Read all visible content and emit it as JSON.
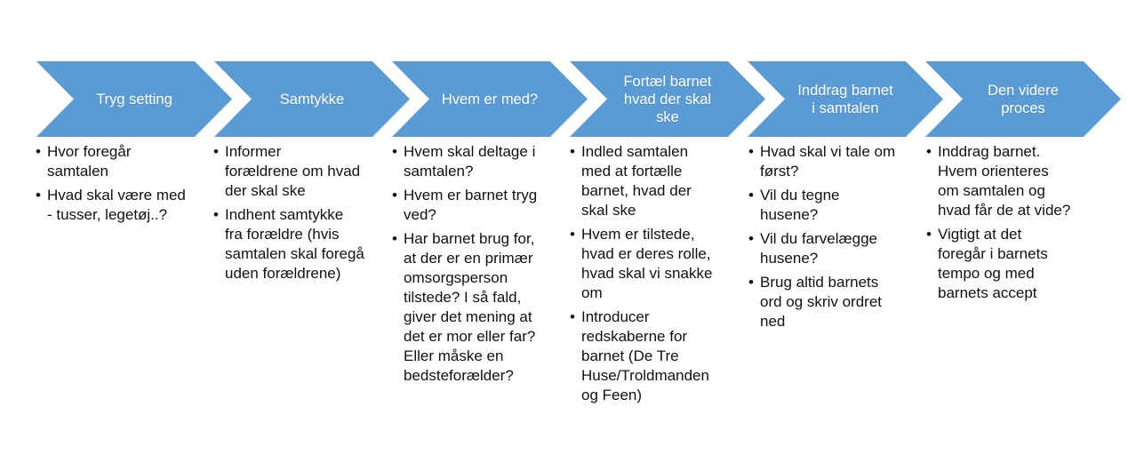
{
  "diagram": {
    "type": "chevron-process",
    "colors": {
      "chevron_fill": "#5b9bd5",
      "chevron_text": "#ffffff",
      "body_text": "#111111",
      "background": "#ffffff"
    },
    "steps": [
      {
        "title": "Tryg setting",
        "bullets": [
          "Hvor foregår\nsamtalen",
          "Hvad skal være med\n- tusser, legetøj..?"
        ]
      },
      {
        "title": "Samtykke",
        "bullets": [
          "Informer\nforældrene om hvad\nder skal ske",
          "Indhent samtykke\nfra forældre (hvis\nsamtalen skal foregå\nuden forældrene)"
        ]
      },
      {
        "title": "Hvem er med?",
        "bullets": [
          "Hvem skal deltage i\nsamtalen?",
          "Hvem er barnet tryg\nved?",
          "Har barnet brug for,\nat der er en primær\nomsorgsperson\ntilstede? I så fald,\ngiver det mening at\ndet er mor eller far?\nEller måske en\nbedsteforælder?"
        ]
      },
      {
        "title": "Fortæl barnet\nhvad der skal\nske",
        "bullets": [
          "Indled samtalen\nmed at fortælle\nbarnet, hvad der\nskal ske",
          "Hvem er tilstede,\nhvad er deres rolle,\nhvad skal vi snakke\nom",
          "Introducer\nredskaberne for\nbarnet (De Tre\nHuse/Troldmanden\nog Feen)"
        ]
      },
      {
        "title": "Inddrag barnet\ni samtalen",
        "bullets": [
          "Hvad skal vi tale om\nførst?",
          "Vil du tegne\nhusene?",
          "Vil du farvelægge\nhusene?",
          "Brug altid barnets\nord og skriv ordret\nned"
        ]
      },
      {
        "title": "Den videre\nproces",
        "bullets": [
          "Inddrag barnet.\nHvem orienteres\nom samtalen og\nhvad får de at vide?",
          "Vigtigt at det\nforegår i barnets\ntempo og med\nbarnets accept"
        ]
      }
    ]
  }
}
